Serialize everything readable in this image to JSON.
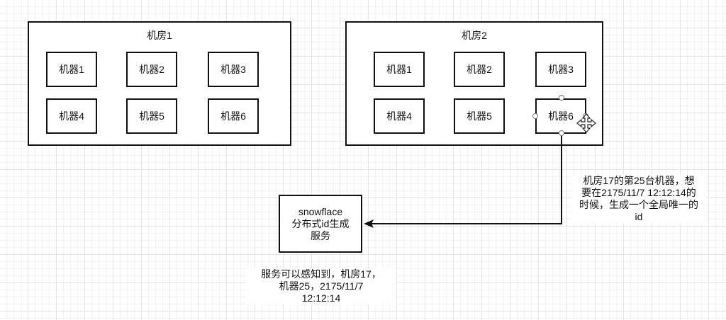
{
  "rooms": [
    {
      "title": "机房1",
      "machines": [
        "机器1",
        "机器2",
        "机器3",
        "机器4",
        "机器5",
        "机器6"
      ]
    },
    {
      "title": "机房2",
      "machines": [
        "机器1",
        "机器2",
        "机器3",
        "机器4",
        "机器5",
        "机器6"
      ]
    }
  ],
  "service": {
    "label": "snowflace\n分布式id生成\n服务"
  },
  "request_note": "机房17的第25台机器，想\n要在2175/11/7 12:12:14的\n时候，生成一个全局唯一的\nid",
  "service_note": "服务可以感知到，机房17，\n机器25，2175/11/7\n12:12:14",
  "colors": {
    "stroke": "#111111",
    "grid": "#e4e4e4",
    "handle": "#777777"
  },
  "icons": [
    "move-cursor-icon",
    "resize-handle-icon"
  ]
}
